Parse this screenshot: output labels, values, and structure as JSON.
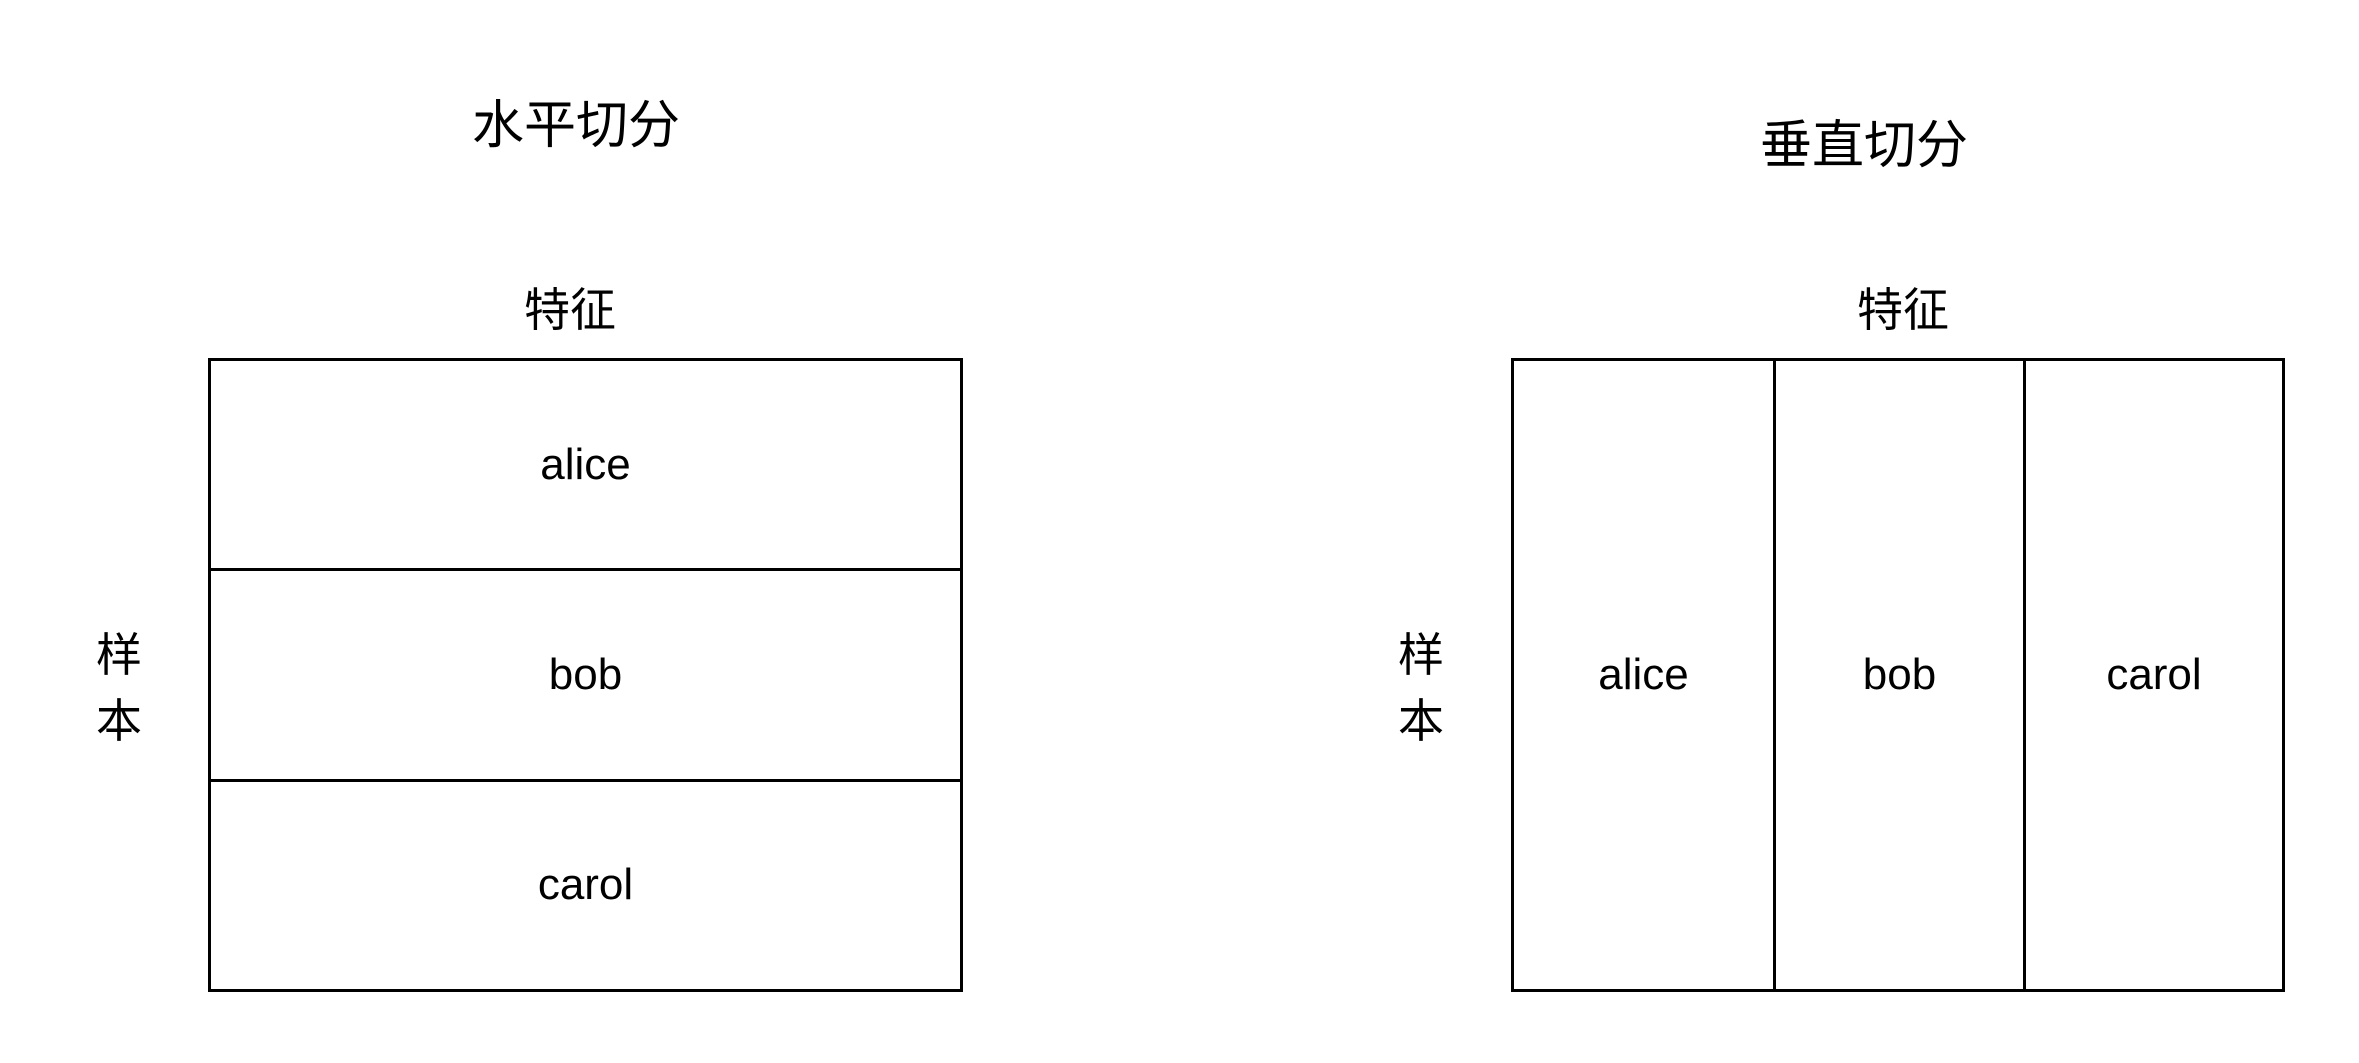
{
  "horizontal": {
    "title": "水平切分",
    "feature_label": "特征",
    "sample_label_chars": [
      "样",
      "本"
    ],
    "cells": [
      "alice",
      "bob",
      "carol"
    ]
  },
  "vertical": {
    "title": "垂直切分",
    "feature_label": "特征",
    "sample_label_chars": [
      "样",
      "本"
    ],
    "cells": [
      "alice",
      "bob",
      "carol"
    ]
  }
}
